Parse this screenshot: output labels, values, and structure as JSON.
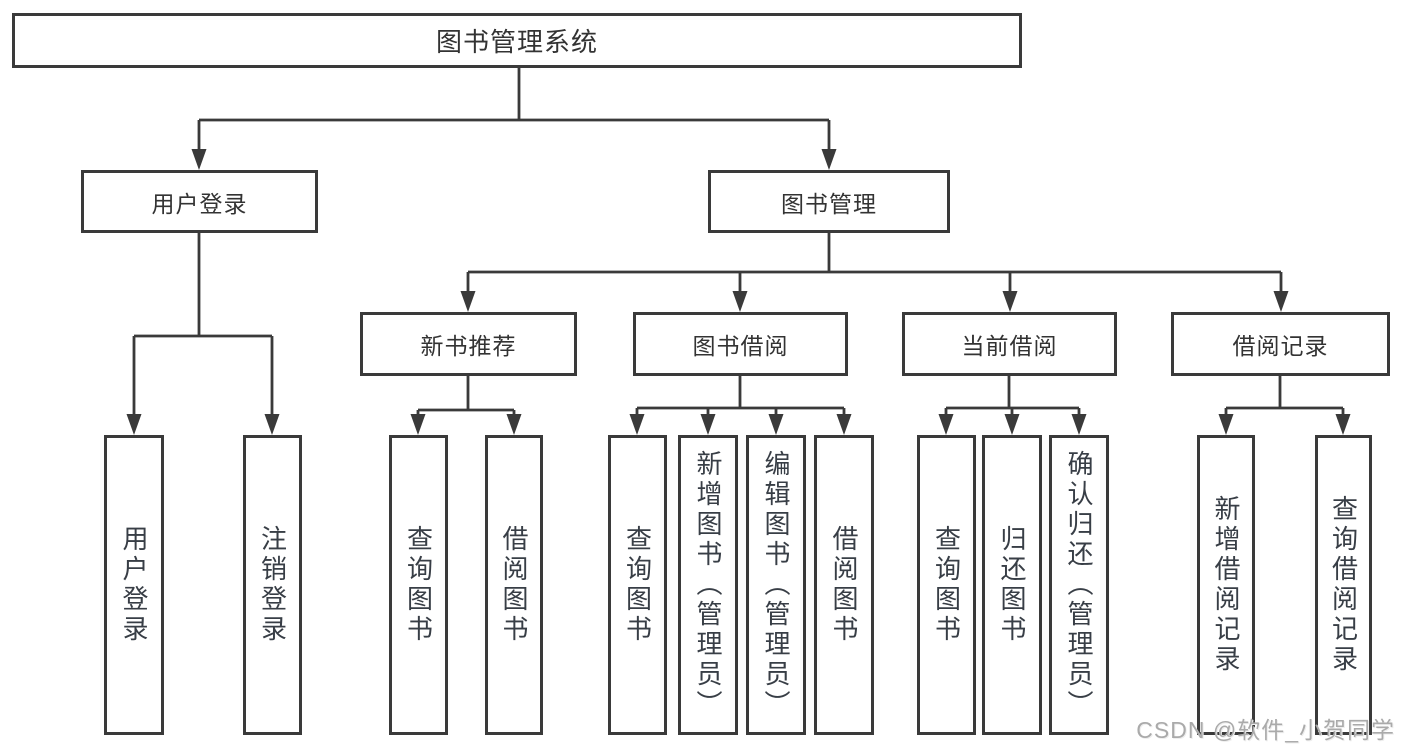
{
  "diagram": {
    "root": {
      "label": "图书管理系统",
      "children": [
        {
          "label": "用户登录",
          "children": [
            {
              "label": "用户登录"
            },
            {
              "label": "注销登录"
            }
          ]
        },
        {
          "label": "图书管理",
          "children": [
            {
              "label": "新书推荐",
              "children": [
                {
                  "label": "查询图书"
                },
                {
                  "label": "借阅图书"
                }
              ]
            },
            {
              "label": "图书借阅",
              "children": [
                {
                  "label": "查询图书"
                },
                {
                  "label": "新增图书（管理员）"
                },
                {
                  "label": "编辑图书（管理员）"
                },
                {
                  "label": "借阅图书"
                }
              ]
            },
            {
              "label": "当前借阅",
              "children": [
                {
                  "label": "查询图书"
                },
                {
                  "label": "归还图书"
                },
                {
                  "label": "确认归还（管理员）"
                }
              ]
            },
            {
              "label": "借阅记录",
              "children": [
                {
                  "label": "新增借阅记录"
                },
                {
                  "label": "查询借阅记录"
                }
              ]
            }
          ]
        }
      ]
    }
  },
  "watermark": {
    "text": "CSDN @软件_小贺同学"
  },
  "colors": {
    "line": "#3a3a3a",
    "box_border": "#3a3a3a",
    "text": "#333333",
    "watermark": "#aaaaaa",
    "background": "#ffffff"
  }
}
